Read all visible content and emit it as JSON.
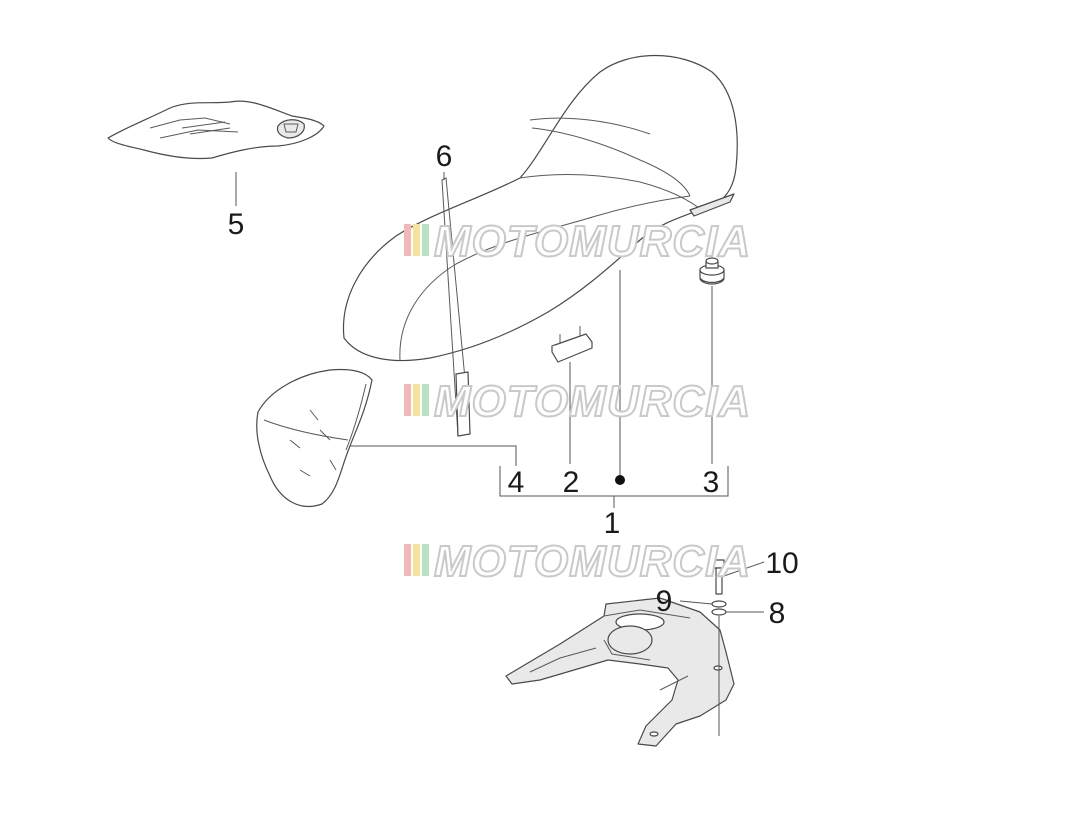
{
  "watermark": {
    "text": "MOTOMURCIA",
    "stripe_colors": [
      "#f2b8b8",
      "#f7e3a0",
      "#b9e2c4"
    ]
  },
  "callouts": {
    "c1": "1",
    "c2": "2",
    "c3": "3",
    "c4": "4",
    "c5": "5",
    "c6": "6",
    "c8": "8",
    "c9": "9",
    "c10": "10"
  },
  "colors": {
    "line": "#4a4a4a",
    "text": "#1a1a1a"
  }
}
